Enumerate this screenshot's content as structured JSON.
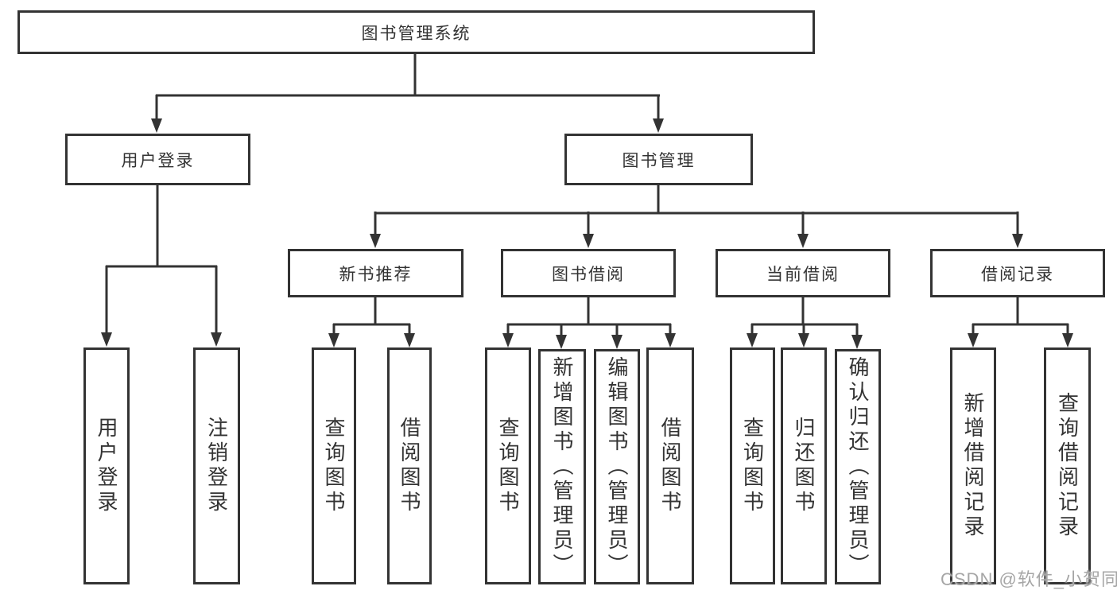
{
  "diagram_title": "图书管理系统",
  "tree": {
    "label": "图书管理系统",
    "children": [
      {
        "label": "用户登录",
        "children": [
          {
            "label": "用户登录"
          },
          {
            "label": "注销登录"
          }
        ]
      },
      {
        "label": "图书管理",
        "children": [
          {
            "label": "新书推荐",
            "children": [
              {
                "label": "查询图书"
              },
              {
                "label": "借阅图书"
              }
            ]
          },
          {
            "label": "图书借阅",
            "children": [
              {
                "label": "查询图书"
              },
              {
                "label": "新增图书（管理员）"
              },
              {
                "label": "编辑图书（管理员）"
              },
              {
                "label": "借阅图书"
              }
            ]
          },
          {
            "label": "当前借阅",
            "children": [
              {
                "label": "查询图书"
              },
              {
                "label": "归还图书"
              },
              {
                "label": "确认归还（管理员）"
              }
            ]
          },
          {
            "label": "借阅记录",
            "children": [
              {
                "label": "新增借阅记录"
              },
              {
                "label": "查询借阅记录"
              }
            ]
          }
        ]
      }
    ]
  },
  "watermark": {
    "text": "CSDN @软件_小贺同学"
  },
  "colors": {
    "line": "#333333",
    "border": "#333333",
    "text": "#333333",
    "watermark_text": "#a6a6a6",
    "background": "#ffffff"
  }
}
